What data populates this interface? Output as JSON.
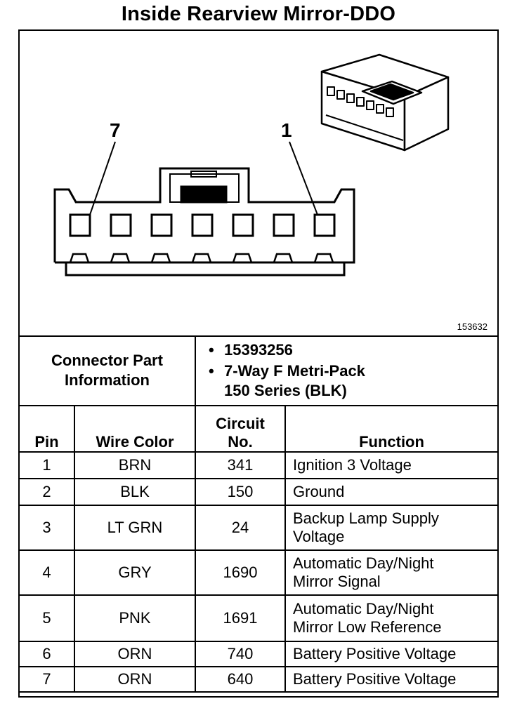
{
  "title": "Inside Rearview Mirror-DDO",
  "figure": {
    "figure_number": "153632",
    "pin_labels": {
      "left": "7",
      "right": "1"
    }
  },
  "connector_info": {
    "label": "Connector Part Information",
    "items": [
      "15393256",
      "7-Way F Metri-Pack 150 Series (BLK)"
    ]
  },
  "table": {
    "headers": {
      "pin": "Pin",
      "wire_color": "Wire Color",
      "circuit_no": "Circuit No.",
      "function": "Function"
    },
    "rows": [
      {
        "pin": "1",
        "wire_color": "BRN",
        "circuit": "341",
        "function": "Ignition 3 Voltage"
      },
      {
        "pin": "2",
        "wire_color": "BLK",
        "circuit": "150",
        "function": "Ground"
      },
      {
        "pin": "3",
        "wire_color": "LT GRN",
        "circuit": "24",
        "function": "Backup Lamp Supply Voltage"
      },
      {
        "pin": "4",
        "wire_color": "GRY",
        "circuit": "1690",
        "function": "Automatic Day/Night Mirror Signal"
      },
      {
        "pin": "5",
        "wire_color": "PNK",
        "circuit": "1691",
        "function": "Automatic Day/Night Mirror Low Reference"
      },
      {
        "pin": "6",
        "wire_color": "ORN",
        "circuit": "740",
        "function": "Battery Positive Voltage"
      },
      {
        "pin": "7",
        "wire_color": "ORN",
        "circuit": "640",
        "function": "Battery Positive Voltage"
      }
    ]
  }
}
